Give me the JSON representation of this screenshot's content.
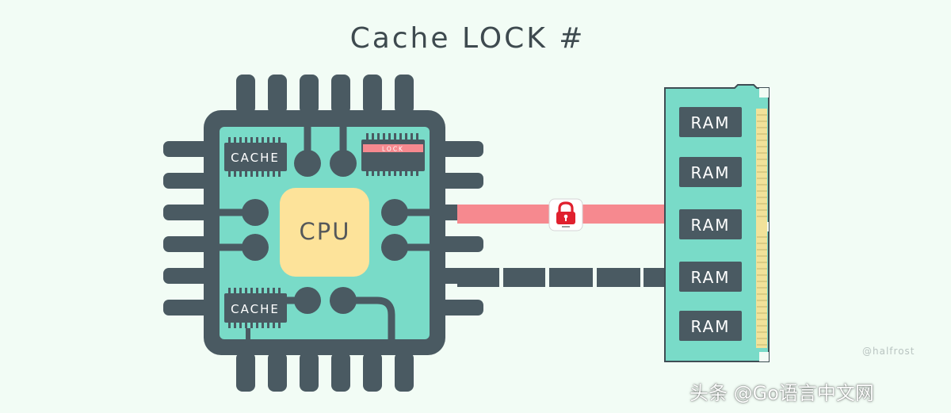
{
  "title": "Cache LOCK #",
  "cpu_label": "CPU",
  "cache_labels": [
    "CACHE",
    "CACHE"
  ],
  "lock_label": "LOCK",
  "ram_labels": [
    "RAM",
    "RAM",
    "RAM",
    "RAM",
    "RAM"
  ],
  "credit": "@halfrost",
  "watermark": "头条 @Go语言中文网",
  "colors": {
    "background": "#f2fcf5",
    "chip_body": "#4a5a62",
    "chip_core": "#79dbc8",
    "cpu": "#fde39a",
    "lock_bus": "#f6898f",
    "lock_badge": "#e0202e",
    "ram_pins": "#f1e29a"
  }
}
